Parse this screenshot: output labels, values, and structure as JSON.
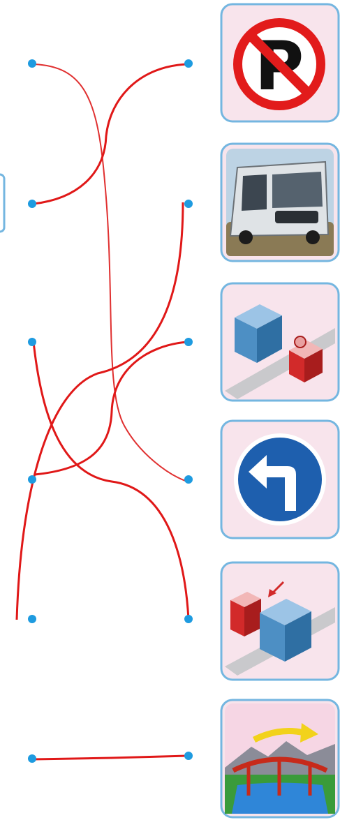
{
  "exercise": {
    "type": "matching",
    "left_dots": 6,
    "right_dots": 6,
    "colors": {
      "dot": "#1e9be0",
      "line": "#e01818",
      "card_bg": "#f8e4ec",
      "card_border": "#74b6e0"
    }
  },
  "cards": [
    {
      "name": "no-parking-sign-icon"
    },
    {
      "name": "bus-icon"
    },
    {
      "name": "buildings-row-icon"
    },
    {
      "name": "turn-left-sign-icon"
    },
    {
      "name": "buildings-arrow-icon"
    },
    {
      "name": "bridge-arrow-icon"
    }
  ],
  "connections": [
    {
      "from": "left-1",
      "to": "right-4"
    },
    {
      "from": "left-2",
      "to": "right-1"
    },
    {
      "from": "left-3",
      "to": "right-5"
    },
    {
      "from": "left-4",
      "to": "right-3"
    },
    {
      "from": "left-5",
      "to": "right-2"
    },
    {
      "from": "left-6",
      "to": "right-6"
    }
  ]
}
